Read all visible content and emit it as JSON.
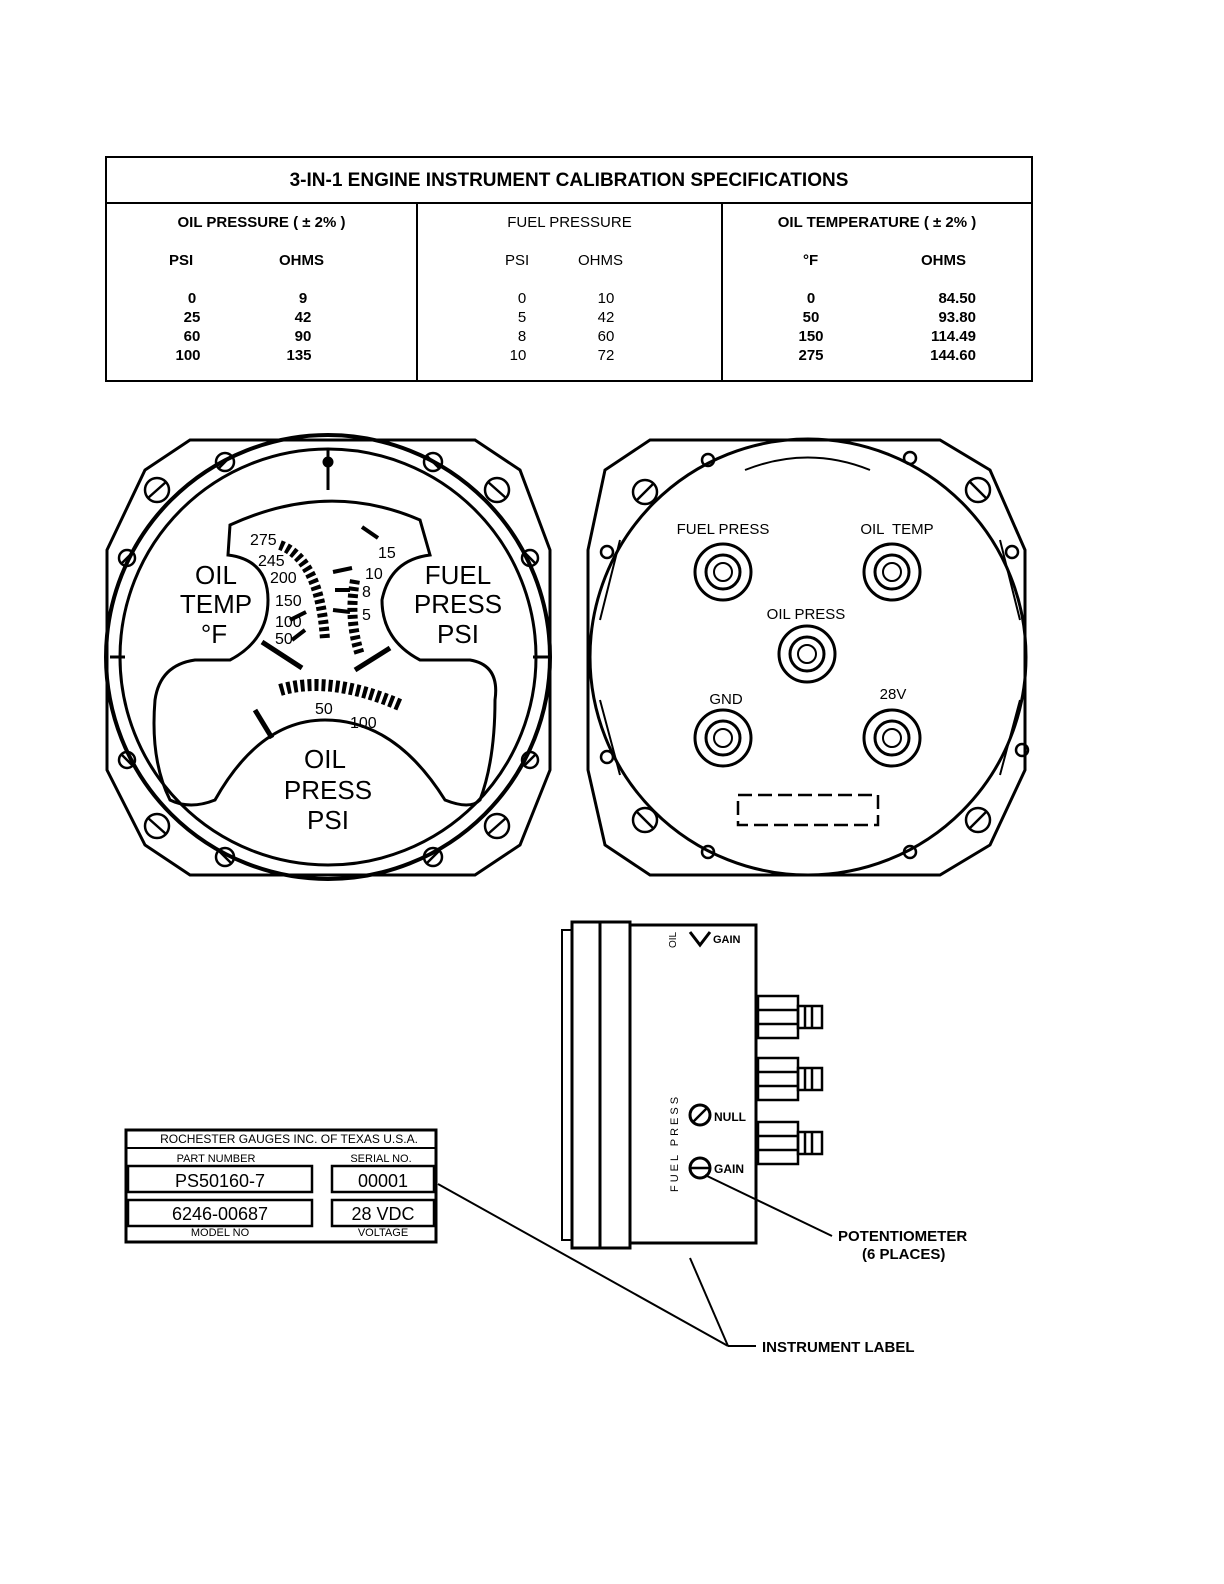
{
  "table": {
    "title": "3-IN-1 ENGINE INSTRUMENT CALIBRATION SPECIFICATIONS",
    "oil_pressure": {
      "heading": "OIL PRESSURE ( ± 2% )",
      "col_a": "PSI",
      "col_b": "OHMS",
      "rows": [
        [
          "0",
          "9"
        ],
        [
          "25",
          "42"
        ],
        [
          "60",
          "90"
        ],
        [
          "100",
          "135"
        ]
      ]
    },
    "fuel_pressure": {
      "heading": "FUEL PRESSURE",
      "col_a": "PSI",
      "col_b": "OHMS",
      "rows": [
        [
          "0",
          "10"
        ],
        [
          "5",
          "42"
        ],
        [
          "8",
          "60"
        ],
        [
          "10",
          "72"
        ]
      ]
    },
    "oil_temperature": {
      "heading": "OIL TEMPERATURE ( ± 2% )",
      "col_a": "°F",
      "col_b": "OHMS",
      "rows": [
        [
          "0",
          "84.50"
        ],
        [
          "50",
          "93.80"
        ],
        [
          "150",
          "114.49"
        ],
        [
          "275",
          "144.60"
        ]
      ]
    }
  },
  "front_gauge": {
    "oil_temp_label": [
      "OIL",
      "TEMP",
      "°F"
    ],
    "fuel_press_label": [
      "FUEL",
      "PRESS",
      "PSI"
    ],
    "oil_press_label": [
      "OIL",
      "PRESS",
      "PSI"
    ],
    "oil_temp_ticks": [
      "275",
      "245",
      "200",
      "150",
      "100",
      "50"
    ],
    "fuel_ticks": [
      "15",
      "10",
      "8",
      "5"
    ],
    "oil_press_ticks": [
      "50",
      "100"
    ]
  },
  "rear_view": {
    "fuel_press": "FUEL PRESS",
    "oil_temp": "OIL  TEMP",
    "oil_press": "OIL PRESS",
    "gnd": "GND",
    "v28": "28V"
  },
  "side_view": {
    "top_oil": "OIL",
    "top_gain": "GAIN",
    "vertical_label": "FUEL PRESS",
    "null": "NULL",
    "gain": "GAIN"
  },
  "label_plate": {
    "manufacturer": "ROCHESTER GAUGES INC. OF TEXAS U.S.A.",
    "part_number_label": "PART NUMBER",
    "serial_label": "SERIAL NO.",
    "part_number": "PS50160-7",
    "serial": "00001",
    "model": "6246-00687",
    "voltage": "28 VDC",
    "model_label": "MODEL NO",
    "voltage_label": "VOLTAGE"
  },
  "callouts": {
    "potentiometer_1": "POTENTIOMETER",
    "potentiometer_2": "(6 PLACES)",
    "instrument_label": "INSTRUMENT LABEL"
  }
}
